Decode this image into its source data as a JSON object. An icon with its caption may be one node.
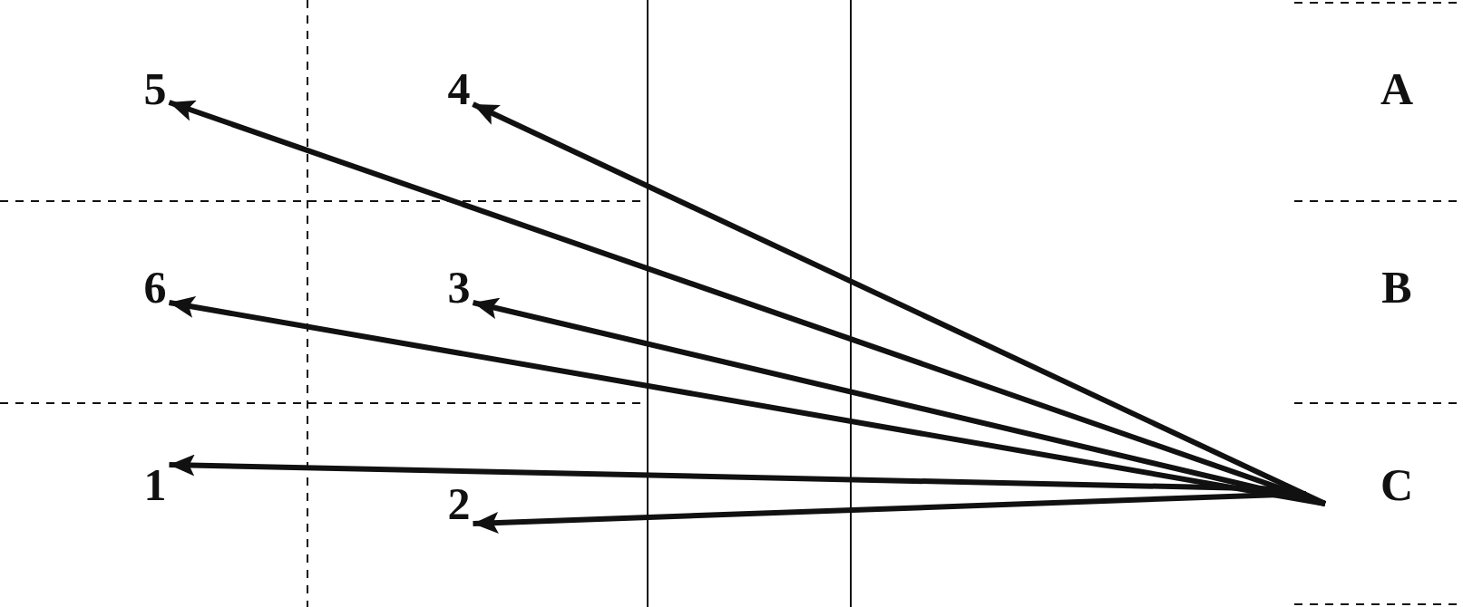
{
  "diagram": {
    "nodes": [
      {
        "text": [
          "5"
        ]
      },
      {
        "text": [
          "4"
        ]
      },
      {
        "text": [
          "A"
        ]
      },
      {
        "text": [
          "6"
        ]
      },
      {
        "text": [
          "3"
        ]
      },
      {
        "text": [
          "B"
        ]
      },
      {
        "text": [
          "1"
        ]
      },
      {
        "text": [
          "2"
        ]
      },
      {
        "text": [
          "C"
        ]
      }
    ],
    "edges": [
      {
        "from": null,
        "to": 0,
        "arrow": "to"
      },
      {
        "from": null,
        "to": 1,
        "arrow": "to"
      },
      {
        "from": null,
        "to": 3,
        "arrow": "to"
      },
      {
        "from": null,
        "to": 4,
        "arrow": "to"
      },
      {
        "from": null,
        "to": 6,
        "arrow": "to"
      },
      {
        "from": null,
        "to": 7,
        "arrow": "to"
      }
    ]
  }
}
